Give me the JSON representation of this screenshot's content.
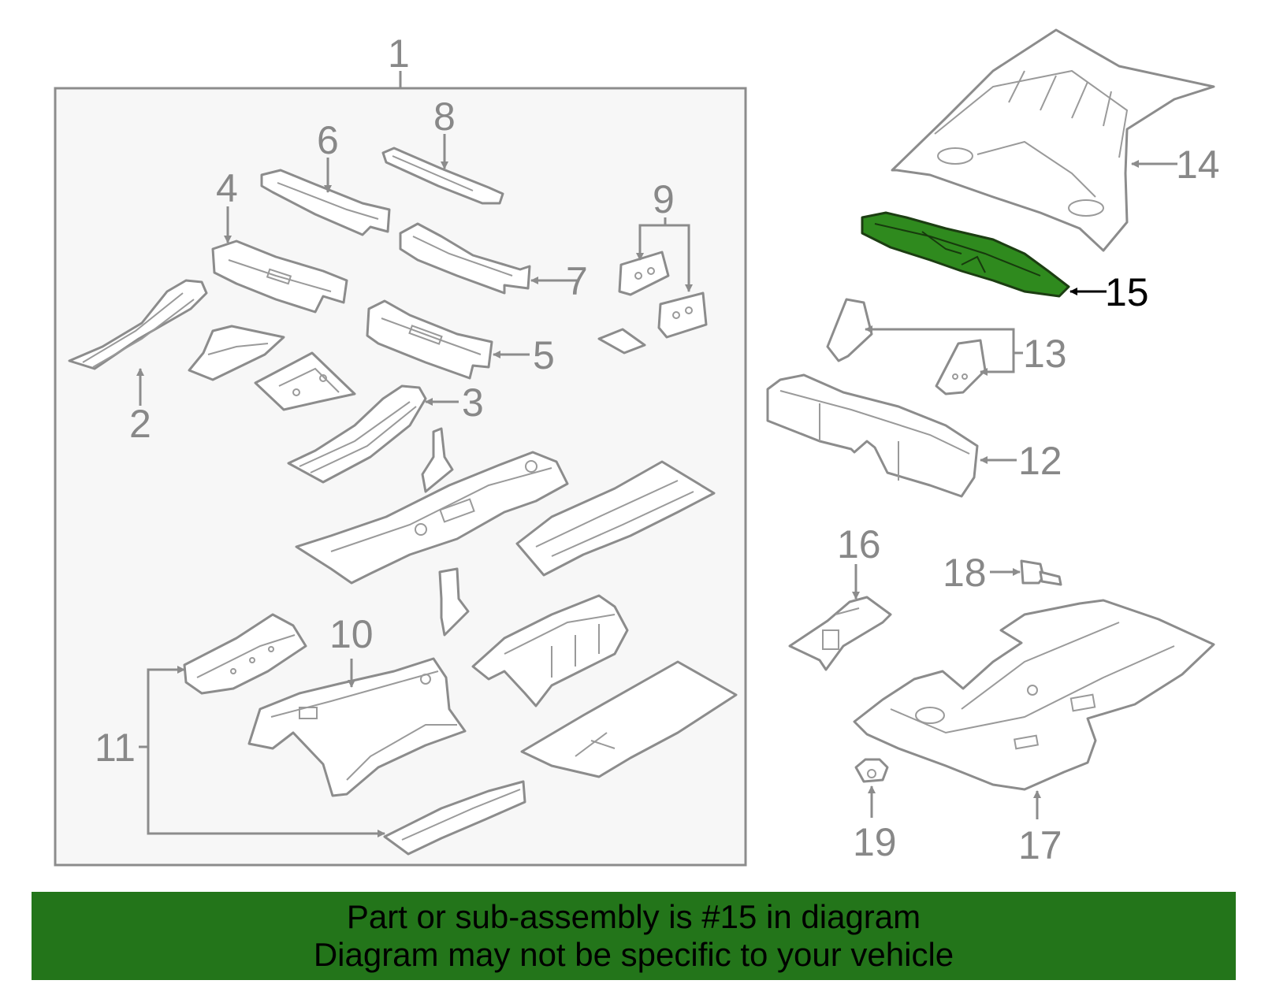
{
  "diagram": {
    "callouts": [
      "1",
      "2",
      "3",
      "4",
      "5",
      "6",
      "7",
      "8",
      "9",
      "10",
      "11",
      "12",
      "13",
      "14",
      "15",
      "16",
      "17",
      "18",
      "19"
    ],
    "highlighted_callout": "15",
    "colors": {
      "highlight": "#2f8a1e",
      "banner": "#23751a",
      "line": "#8c8c8c",
      "box_fill": "#f7f7f7"
    }
  },
  "banner": {
    "line1": "Part or sub-assembly is #15 in diagram",
    "line2": "Diagram may not be specific to your vehicle"
  }
}
